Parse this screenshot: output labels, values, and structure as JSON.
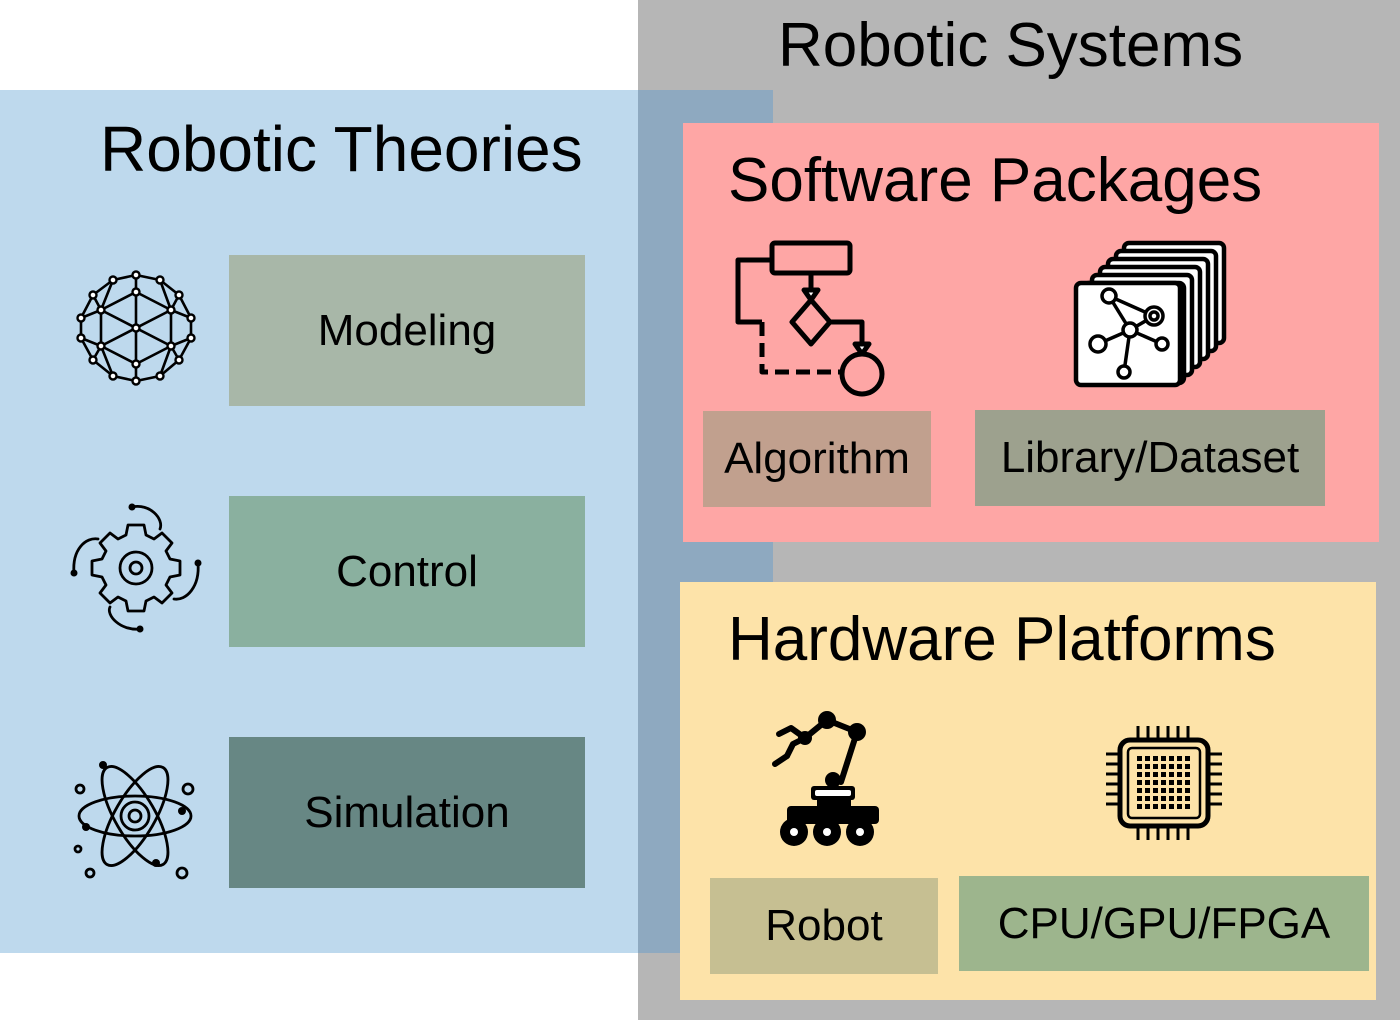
{
  "colors": {
    "systems_bg": "#b6b6b6",
    "theories_bg": "#bed9ed",
    "overlap_bg": "#8ea9c0",
    "software_bg": "#fea6a5",
    "hardware_bg": "#fde3a9",
    "modeling_box": "#a8b7a8",
    "control_box": "#8ab09f",
    "simulation_box": "#678784",
    "algorithm_box": "#c1a08e",
    "library_box": "#9da18e",
    "robot_box": "#c6bf92",
    "cpu_box": "#9db58d"
  },
  "systems": {
    "title": "Robotic Systems"
  },
  "theories": {
    "title": "Robotic Theories",
    "items": [
      {
        "label": "Modeling",
        "icon": "geodesic-sphere-icon"
      },
      {
        "label": "Control",
        "icon": "gear-cycle-icon"
      },
      {
        "label": "Simulation",
        "icon": "atom-icon"
      }
    ]
  },
  "software": {
    "title": "Software Packages",
    "items": [
      {
        "label": "Algorithm",
        "icon": "flowchart-icon"
      },
      {
        "label": "Library/Dataset",
        "icon": "stacked-network-cards-icon"
      }
    ]
  },
  "hardware": {
    "title": "Hardware Platforms",
    "items": [
      {
        "label": "Robot",
        "icon": "robot-arm-rover-icon"
      },
      {
        "label": "CPU/GPU/FPGA",
        "icon": "chip-icon"
      }
    ]
  }
}
